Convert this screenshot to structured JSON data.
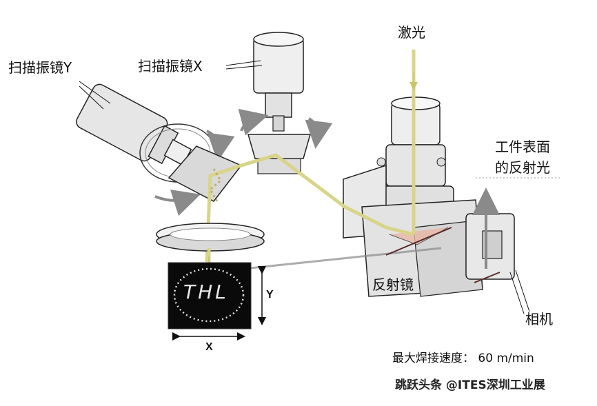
{
  "labels": {
    "galvo_y": "扫描振镜Y",
    "galvo_x": "扫描振镜X",
    "laser": "激光",
    "surface_reflection": [
      "工件表面",
      "的反射光"
    ],
    "mirror": "反射镜",
    "camera": "相机",
    "axis_x": "X",
    "axis_y": "Y",
    "sample_text": "THL",
    "max_speed": "最大焊接速度：  60 m/min",
    "watermark": "跳跃头条 @ITES深圳工业展"
  },
  "colors": {
    "beam": "#d8d488",
    "beam_edge": "#a9a55c",
    "metal": "#e6e6e6",
    "outline": "#222222",
    "arrow_gray": "#8a8a8a"
  }
}
